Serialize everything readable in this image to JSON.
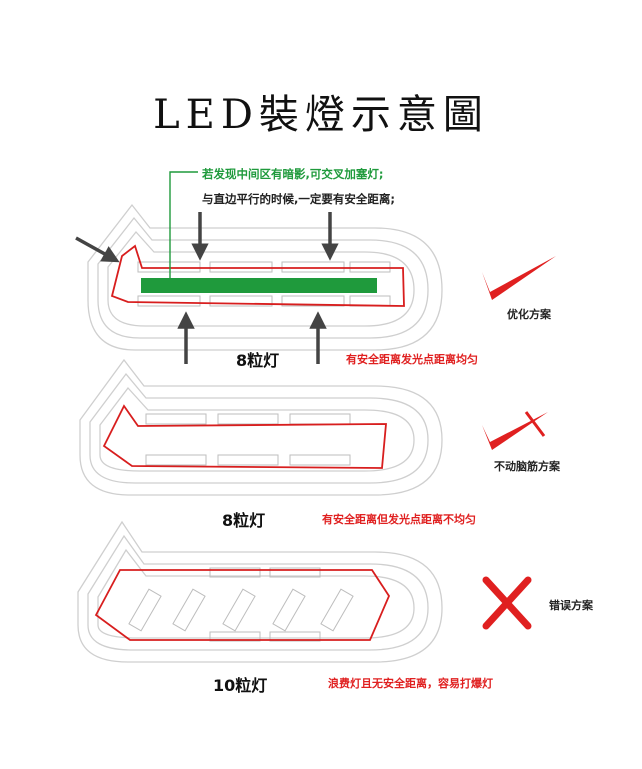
{
  "title": "LED裝燈示意圖",
  "notes": {
    "green": "若发现中间区有暗影,可交叉加塞灯;",
    "black": "与直边平行的时候,一定要有安全距离;"
  },
  "panels": [
    {
      "count_label": "8粒灯",
      "caption": "有安全距离发光点距离均匀",
      "plan_label": "优化方案",
      "verdict_icon": "check-mark-icon"
    },
    {
      "count_label": "8粒灯",
      "caption": "有安全距离但发光点距离不均匀",
      "plan_label": "不动脑筋方案",
      "verdict_icon": "check-cross-icon"
    },
    {
      "count_label": "10粒灯",
      "caption": "浪费灯且无安全距离，容易打爆灯",
      "plan_label": "错误方案",
      "verdict_icon": "cross-mark-icon"
    }
  ],
  "colors": {
    "outline_red": "#d81e1e",
    "verdict_red": "#e02020",
    "highlight_green": "#1f9a3c",
    "housing_gray": "#c9c9c9"
  }
}
